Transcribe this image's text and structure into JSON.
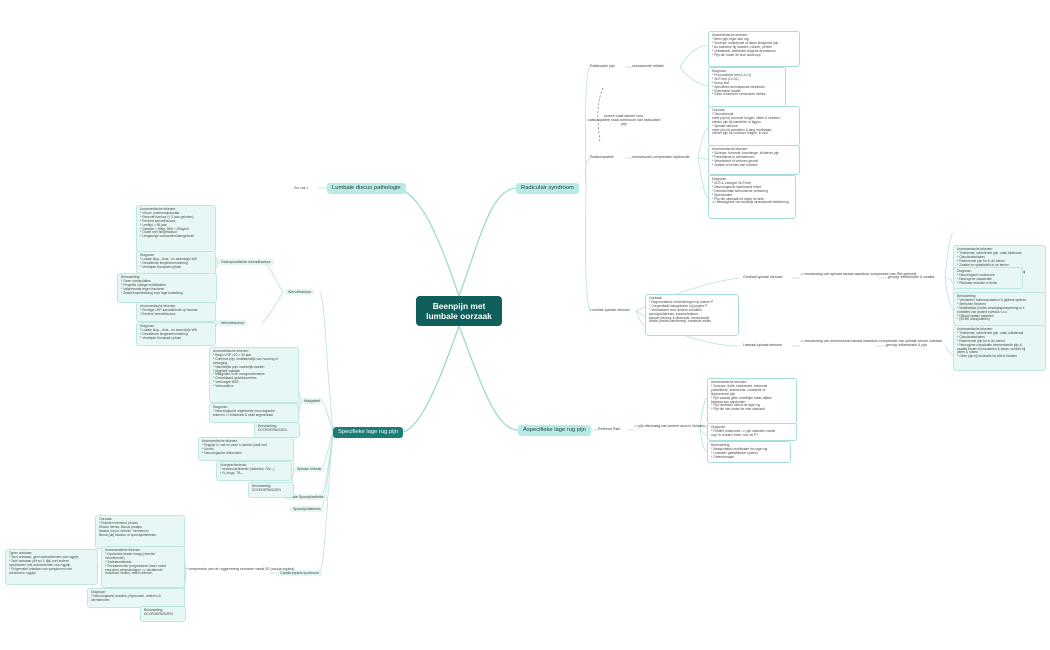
{
  "root": {
    "title": "Beenpijn met lumbale oorzaak"
  },
  "branches": {
    "lumbale_discus": "Lumbale discus pathologie",
    "zie_vak": "Zie vak 1",
    "radiculair": "Radiculair syndroom",
    "specifieke": "Specifieke lage rug pijn",
    "aspecifieke": "Aspecifieke lage rug pijn"
  },
  "radiculair_detail": {
    "radiculaire_pijn": "Radiculaire pijn",
    "radiculaire_pijn_cause": "zenuwwortel irritatie",
    "radiculopathie": "Radiculopathie",
    "radiculopathie_cause": "zenuwwortel compressie/ dysfunctie",
    "float_note": "komen vaak samen voor,\nradiculopathie vaak continuum van radiculaire pijn",
    "lumbale_spinale_stenose": "Lumbale spinale stenose",
    "note_rp_anamnese": "Anamnestische tekenen:\n* Been pijn erger dan rug\n* Scherpe, schietende of diepe knagende pijn\n* Ao toename bij hoesten, niezen, persen\n* Unilateraal, distributie volgens dermatoom\n* Pijn die onder de knie doorloopt",
    "note_rp_diagnose": "Diagnose:\n* Provocatieve test (L2-L4)\n* SLR test (L4-S1)\n* Kemp test\n* Specifieke dermatomale distributie\n* Dominante locatie\n* Geen motorisch/ sensorisch verlies",
    "note_rd_oorzaak": "Oorzaak:\n* Discushernia\nmeer pijn bij voorover buigen, zitten & hoesten,\nminder pijn bij wandelen of liggen\n* Spinale stenose\nmeer pijn bij wandelen & lang rechtstaan,\nminder pijn bij voorover buigen, in rust",
    "note_rd_anamnese": "Anamnestische tekenen:\n* Scherpe, borende, branderige, lichtende pijn\n* Paresthesie in dermatomen\n* Verminderd of verloren gevoel\n* Zwakte of verlies van functies",
    "note_rd_diagnose": "Diagnose:\n* SLR & Laségue SLR test\n* Neurologische spierkracht reflex\n* Dermatomale sensorische verstoring\n* Spierzwakte\n* Pijn die uitstraalt tot onder de knie\n=> afwezigheid van duidelijk zenuwwortel aftekening",
    "note_lss_oorzaak": "Oorzaak:\n* Degeneratieve veranderingen bij oudere P\n* Congenitaal/ aangeboren bij jongere P\n* Verzwakken door andere condities\nspondylolisthesis, trauma/fractuur,\nspinale fractuur & discusdis, rheumatoide\nartritis (ziekte Bechterew), metabole ziekte",
    "centraal": "Centraal spinaal stenose",
    "centraal_desc": "-> vernauwing van spinaal kanaal waardoor\ncompressie van RM optreedt",
    "centraal_klin": "gevolg: inflammatie & zwakte",
    "lateraal": "Lateraal spinaal stenose",
    "lateraal_desc": "-> vernauwing van zenuwwortel kanaal\nwaardoor compressie van spinale zenuw\nontstaat",
    "lateraal_klin": "gevolg: inflammatie & pijn",
    "note_cs_anamnese": "Anamnestische tekenen:\n* Tintelende, schietende pijn, vaak bilateraal\n* Claudicatioclaims\n* Radierende pijn tot in de benen\n* Zwakte en spasticiteit in de benen\n* Neurogene claudicatie: kenmerkende pijn &\nzwakte benen bij wandelen & staan, verlicht bij\nzitten & rusten\n* Geen pijn bij reclinatie bij zitten/ bukken",
    "note_cs_diagnose": "Diagnose:\n* Neurologisch onderzoek\n* Neurogene claudicatie\n* Ritalhaar reductie in flexie",
    "note_cs_behandeling": "Behandeling:\n* Versterken buikmusculatuur & gluteus spieren\n* Stretchen flexoren\n* Mobilisaties (indien bewegingsbeperking is ±\nmobiliteit van andere niveaus t.o.v.\n* Diffuse laatste waarden\n* (SEBS manipulaties)",
    "note_ls_anamnese": "Anamnestische tekenen:\n* Tintelende, schietende pijn, vaak unilateraal\n* Claudicatioclaims\n* Radierende pijn tot in de benen\n* Neurogene claudicatie kenmerkende pijn &\nzwakte benen bij wandelen & staan, verlicht bij\nzitten & rusten\n* Geen pijn bij reclinatie bij zitten/ bukken"
  },
  "aspecifieke_detail": {
    "referred": "Referred Pain",
    "referred_desc": "-> pijn afkomstig van andere area in lichaam, pijn\nin been afkomstig vanuit de rug",
    "note_anamnese": "Anamnestische tekenen:\n* Scherpe, doffe, radierende, stekende\nprickelende, brandende, constante of\nfluctuerende pijn\n* Pijn waarbij geen duidelijke maar stijltes\nbestaan kan aanduiden\n* Pijn uitstralen vanuit de lage rug\n* Pijn die niet onder de knie uitstraalt",
    "note_diagnose": "Diagnose:\n* Positief onderzoek => pijn uitstralen vanuit\nrug? In lenden/ been voor de P?",
    "note_behandeling": "Behandeling:\n* Manipulaties/ mobilisatie thv lage rug\n* Lumbaler gestabiliseer system\n* Oefentherapie"
  },
  "specifieke_detail": {
    "wervelfractuur": "Wervelfractuur",
    "osteoporotische": "Osteoporotische wervelfractuur",
    "wervelfractuur_sub": "Wervelfractuur",
    "maligniteit": "Maligniteit",
    "spinale_infectie": "Spinale infectie",
    "axiale_spondylo": "Axiale Spondylarthritis",
    "spondylolisthesis": "Spondylolisthesis",
    "cauda": "Cauda equina syndroom",
    "cauda_desc": "* compressie van de ruggenmerg zenuwen\nvanaf S2 (cauda equina)",
    "note_osteo_anamnese": "Anamnestische tekenen:\n* Vrouw, postmenopauzaal\n* Recente fractuur (< 2 jaar geleden)\n* Eerdere wervelfractuur\n* Leeftijd > 55 jaar\n* Gewicht < 60kg, BMI < 20kg/m2\n* Ouder met heupfractuur\n* Langdurige corticosteroïdengebruik",
    "note_osteo_diagnose": "Diagnose:\n* Lokale klop-, druk-, en asdrukpijn WK\n* Gevallende lengtevermindering\n* Verdiepte thoracale kyfose",
    "note_osteo_behandeling": "Behandeling:\n* Geen manipulaties\n* Progefits vuldige mobilisaties\n* Valpreventie tegen fracturen\n* Zwem/krachttraining voor lage botsetting",
    "note_wf_anamnese": "Anamnestische tekenen:\n* Ernstige LRP aanduidende op trauma\n* Eerdere wervelfractuur",
    "note_wf_diagnose": "Diagnose:\n* Lokale klop-, druk-, en asdrukpijn WK\n* Gevallende lengtevermindering\n* Verdiepte thoracale kyfose",
    "note_mal_anamnese": "Anamnestische tekenen:\n* Begin LRP >20 > 50 jaar\n* Continue pijn, onafhankelijk van houding of\nbeweging\n* Nachtelijke pijn/ nachtelijk zweten\n* Algehele malaise\n* Maligniteit in de voorgeschiedenis\n* Onverklaard gewichtsverlies\n* Verhoogde BSE\n* Verhoodfecc",
    "note_mal_diagnose": "Diagnose:\n* Neurologische uitgebreide neurologische\ntekenen => bilateraal & multi segmentaal",
    "note_mal_behandeling": "Behandeling:\nDOORVERWIJZEN",
    "note_inf_anamnese": "Anamnestische tekenen:\n* Rugpijn in rust en vaak 's nachts (vaak met\n* Koorts\n* Neurologische disfuncties",
    "note_inf_voorgeschiedenis": "Voorgeschiedenis:\n* Immunodeficientie (diabetes, HIV...)\n* IV drugs, TB,...",
    "note_inf_behandeling": "Behandeling:\nDOORVERWIJZEN",
    "note_cauda_oorzaak": "Oorzaak:\n* Ruimte innemend proces\nDiscus hernia, discus prolaps\nMassa, tumor, infectie, hematoom\nBreuk (dit) fractuur of spondylolisthesis",
    "note_cauda_anamnese": "Anamnestische tekenen:\n* Dysfunctie blaas/ maag (retentie/\nincontinentie)\n* Zadelanesthesie\n* Persisterende/ progressieve lower motor\nneuronen veranderingen => uitvaltende\nmotorisch verlies, reflex reflexen",
    "note_cauda_types": "Types ontstaan:\n* Snel ontstaan, geen antecedenten van rugpijn\n* Snel ontstaan (dit ep 1, tijd) met andere\nsymptomen met antecedenten van rugpijn\n* Progressief ontstaan van symptomen met\nchronische rugpijn",
    "note_cauda_diagnose": "Diagnose:\n* Neurologische reacties (myotomen, reflexen &\ndermatomen",
    "note_cauda_behandeling": "Behandeling:\nDOORVERWIJZEN"
  }
}
